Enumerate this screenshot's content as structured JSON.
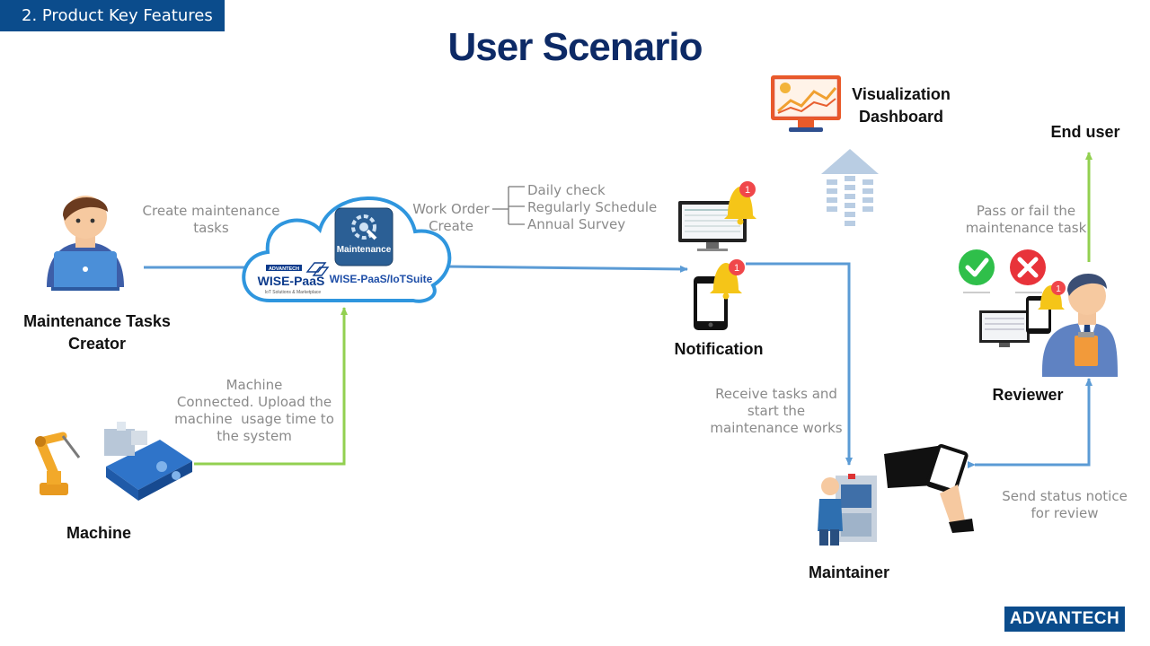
{
  "section_tag": "2. Product Key Features",
  "title": "User Scenario",
  "actors": {
    "creator": "Maintenance Tasks\nCreator",
    "machine": "Machine",
    "notification": "Notification",
    "maintainer": "Maintainer",
    "reviewer": "Reviewer",
    "end_user": "End user",
    "visualization": "Visualization\nDashboard"
  },
  "edges": {
    "create_tasks": "Create maintenance\ntasks",
    "machine_connected": "Machine\nConnected. Upload the\nmachine  usage time to\nthe system",
    "work_order": "Work Order\nCreate",
    "receive_tasks": "Receive tasks and\nstart the\nmaintenance works",
    "send_status": "Send status notice\nfor review",
    "pass_fail": "Pass or fail the\nmaintenance task"
  },
  "schedule_items": [
    "Daily check",
    "Regularly Schedule",
    "Annual Survey"
  ],
  "cloud": {
    "app_label": "Maintenance",
    "suite_label": "WISE-PaaS/IoTSuite",
    "paas_brand": "ADVANTECH",
    "paas_label": "WISE-PaaS",
    "paas_sub": "IoT Solutions & Marketplace"
  },
  "badges": {
    "monitor": "1",
    "phone": "1",
    "reviewer": "1"
  },
  "logo": "ADVANTECH",
  "colors": {
    "blue_line": "#5b9bd5",
    "green_line": "#92d050",
    "title": "#0d2a66",
    "tag_bg": "#0b4c8c",
    "gray_text": "#8a8a8a"
  }
}
